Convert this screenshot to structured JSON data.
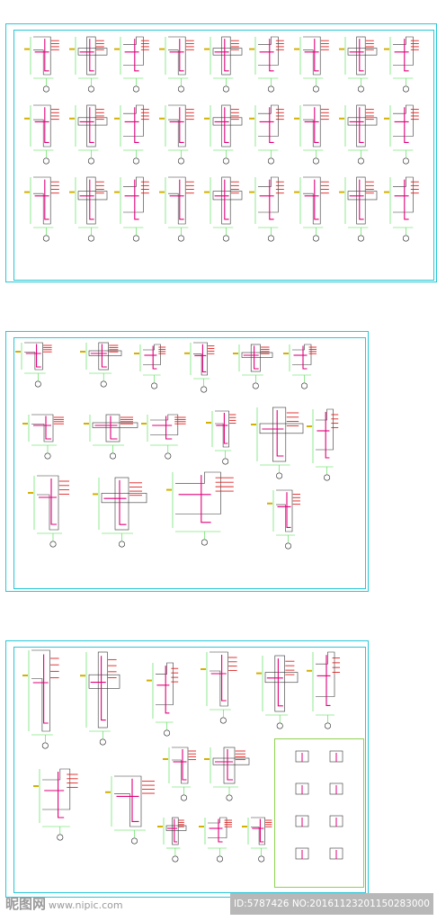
{
  "sheets": [
    {
      "id": "sheet-1",
      "label": ""
    },
    {
      "id": "sheet-2",
      "label": ""
    },
    {
      "id": "sheet-3",
      "label": ""
    }
  ],
  "watermark": {
    "brand": "昵图网",
    "url": "www.nipic.com",
    "id_text": "ID:5787426 NO:20161123201150283000"
  },
  "colors": {
    "frame": "#28c8d8",
    "rebar_main": "#e0007a",
    "rebar_red": "#e02020",
    "dimension": "#44dd44",
    "outline": "#333333",
    "label_yellow": "#d4b000"
  }
}
